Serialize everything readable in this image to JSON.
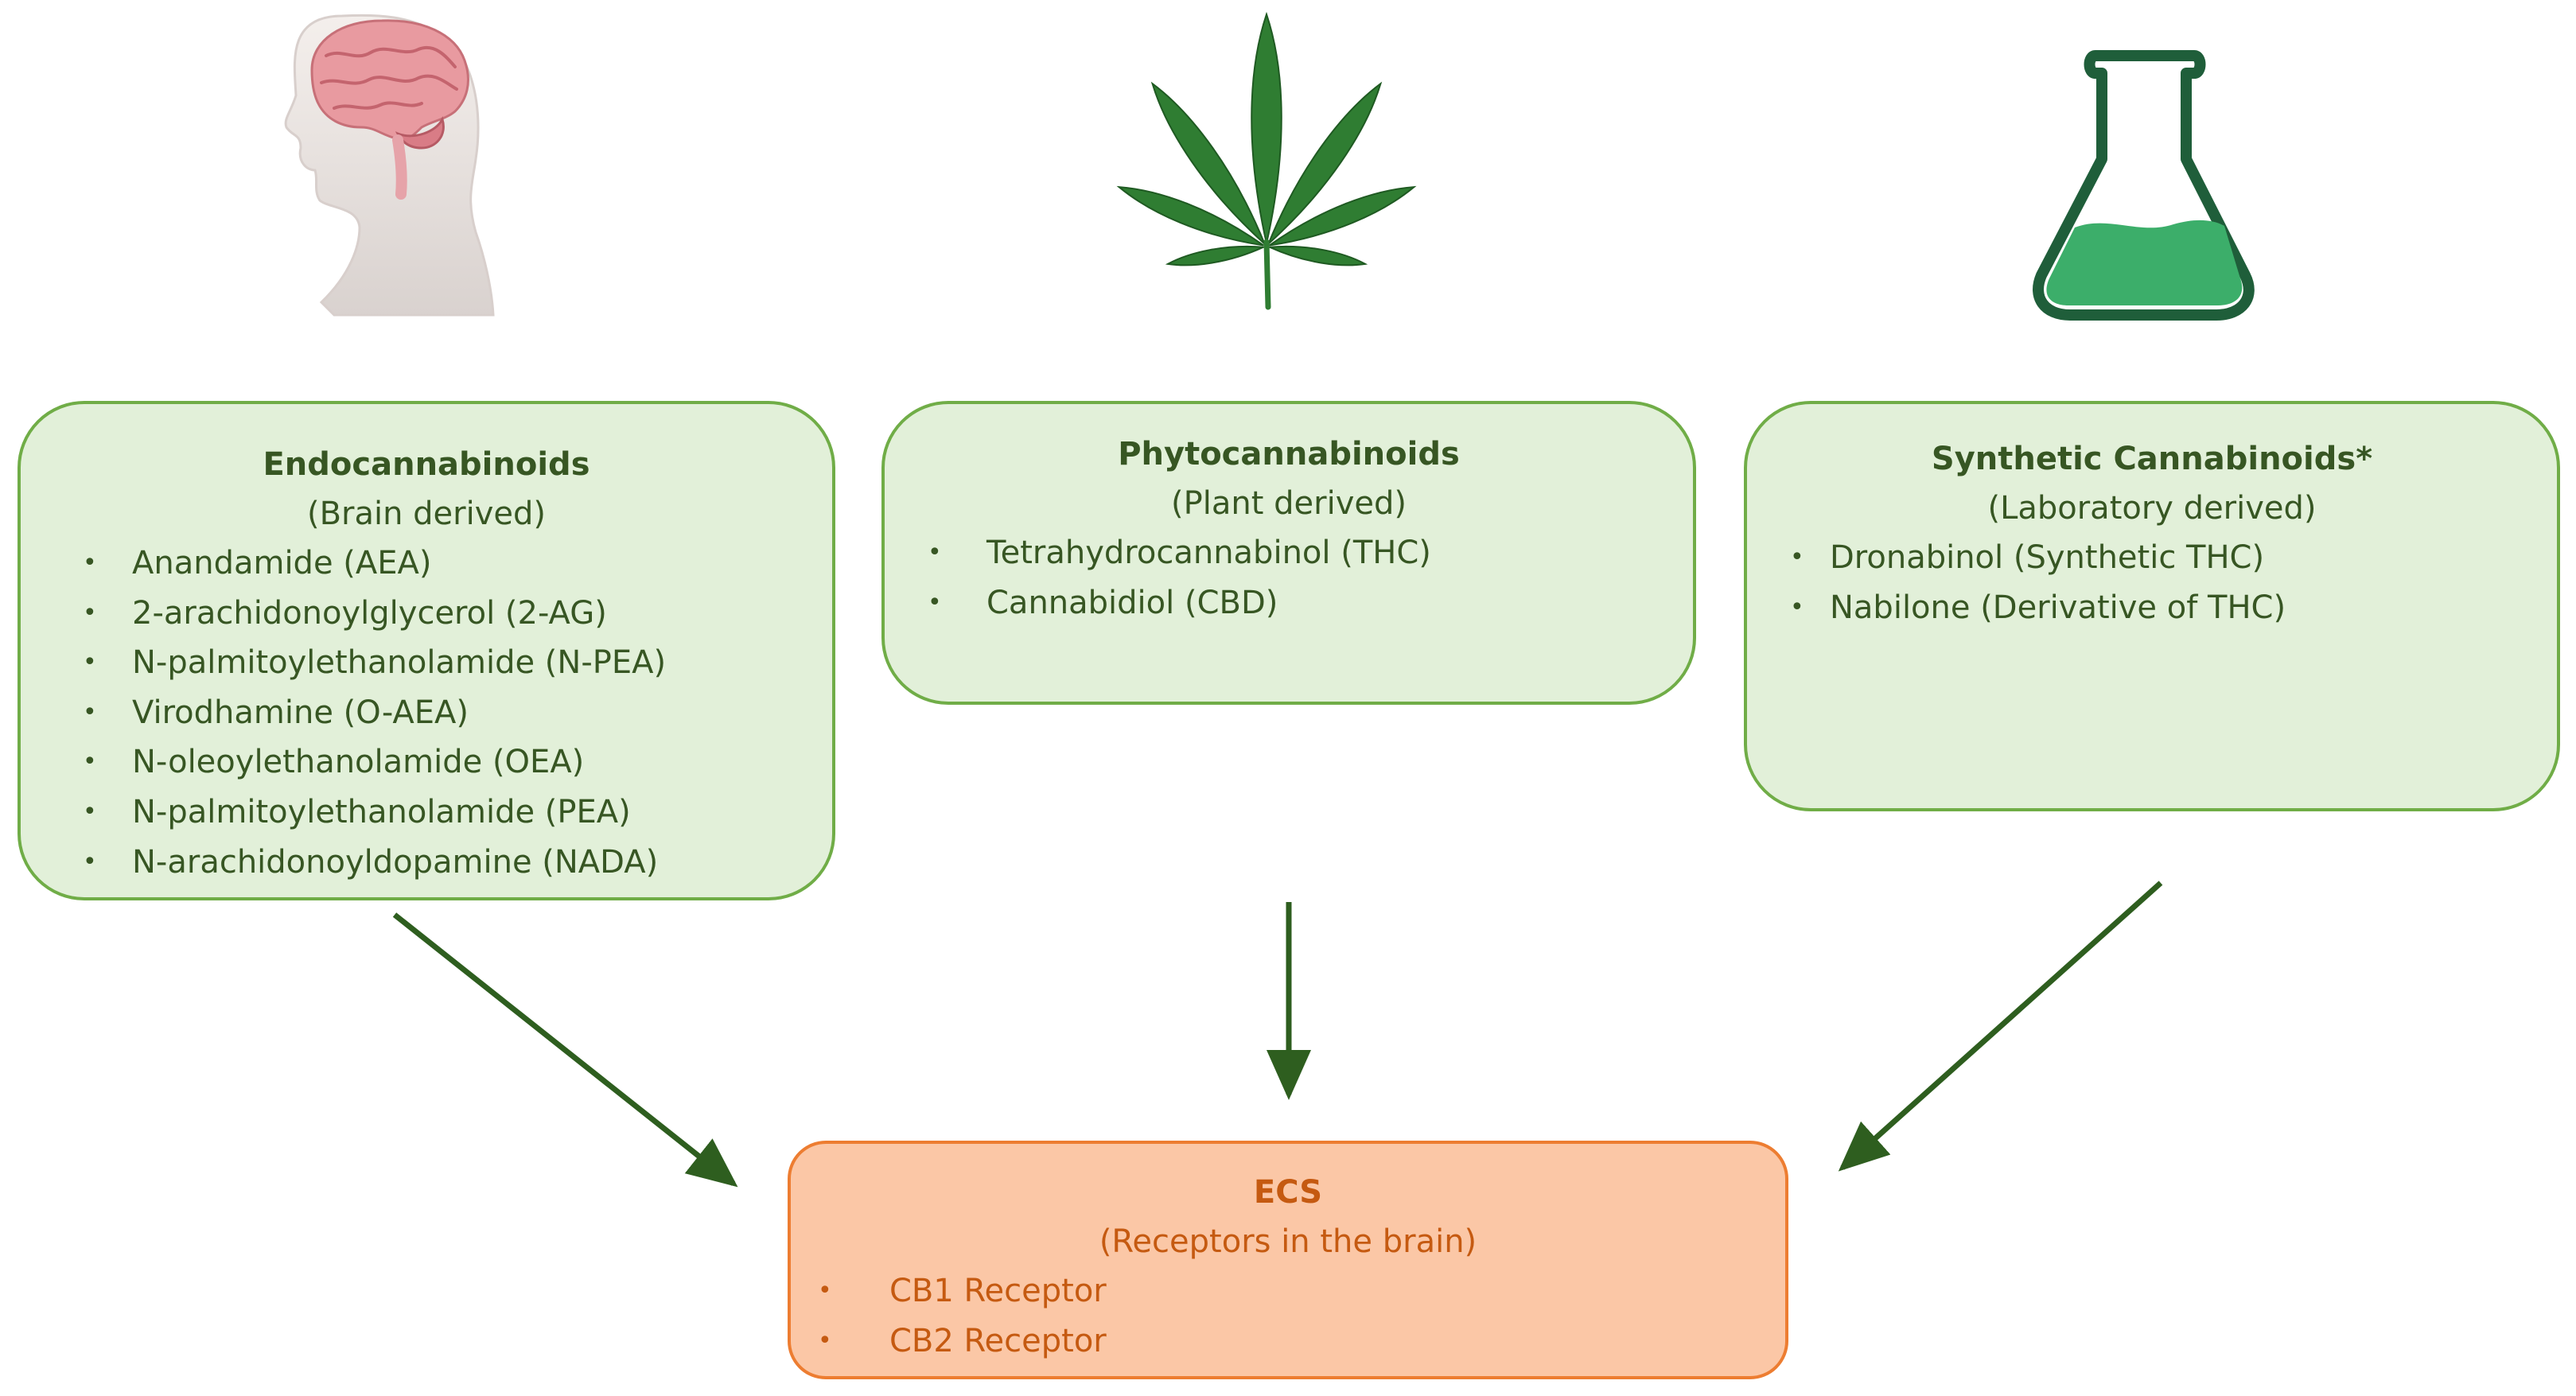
{
  "colors": {
    "green_box_fill": "#e2f0d9",
    "green_box_border": "#70ad47",
    "green_text": "#375623",
    "orange_box_fill": "#fbc7a6",
    "orange_box_border": "#ed7d31",
    "orange_text": "#c55a11",
    "arrow": "#2e5e1f",
    "leaf": "#2f7d32",
    "flask_outline": "#1f5e3a",
    "flask_liquid": "#3cae6a"
  },
  "icons": {
    "endo": "human-head-brain-icon",
    "phyto": "cannabis-leaf-icon",
    "synthetic": "laboratory-flask-icon"
  },
  "endocannabinoids": {
    "title": "Endocannabinoids",
    "subtitle": "(Brain derived)",
    "items": [
      "Anandamide (AEA)",
      "2-arachidonoylglycerol (2-AG)",
      "N-palmitoylethanolamide (N-PEA)",
      "Virodhamine (O-AEA)",
      "N-oleoylethanolamide (OEA)",
      "N-palmitoylethanolamide (PEA)",
      "N-arachidonoyldopamine (NADA)"
    ]
  },
  "phytocannabinoids": {
    "title": "Phytocannabinoids",
    "subtitle": "(Plant derived)",
    "items": [
      "Tetrahydrocannabinol (THC)",
      "Cannabidiol (CBD)"
    ]
  },
  "synthetic": {
    "title": "Synthetic Cannabinoids*",
    "subtitle": "(Laboratory derived)",
    "items": [
      "Dronabinol (Synthetic THC)",
      "Nabilone (Derivative of THC)"
    ]
  },
  "ecs": {
    "title": "ECS",
    "subtitle": "(Receptors in the brain)",
    "items": [
      "CB1 Receptor",
      "CB2 Receptor"
    ]
  },
  "bullet_glyph": "•"
}
